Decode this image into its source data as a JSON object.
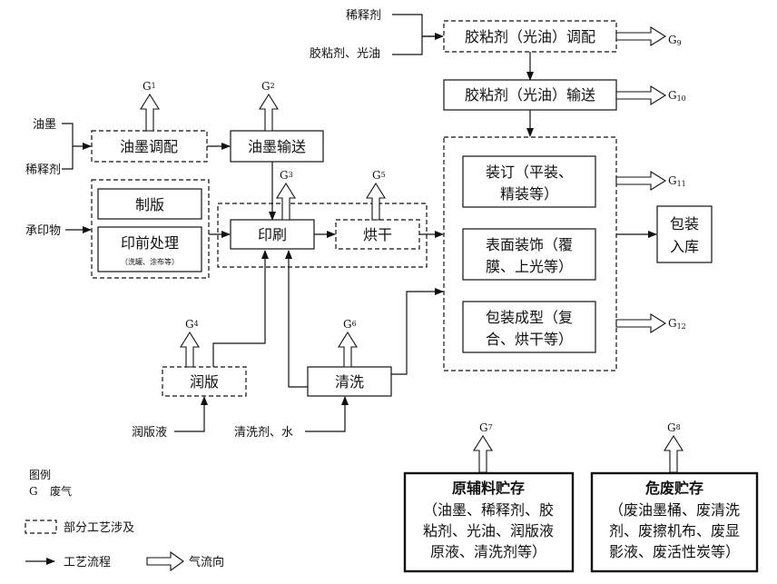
{
  "inputs": {
    "diluent_top": "稀释剂",
    "adhesive_oil_top": "胶粘剂、光油",
    "ink": "油墨",
    "diluent_left": "稀释剂",
    "substrate": "承印物",
    "fountain_solution": "润版液",
    "cleaning_agent": "清洗剂、水"
  },
  "processes": {
    "adhesive_mix": "胶粘剂（光油）调配",
    "adhesive_transport": "胶粘剂（光油）输送",
    "ink_mix": "油墨调配",
    "ink_transport": "油墨输送",
    "platemaking": "制版",
    "prepress": "印前处理",
    "prepress_note": "（洗罐、涂布等）",
    "printing": "印刷",
    "drying": "烘干",
    "dampening": "润版",
    "cleaning": "清洗",
    "binding_l1": "装订（平装、",
    "binding_l2": "精装等）",
    "surface_l1": "表面装饰（覆",
    "surface_l2": "膜、上光等）",
    "forming_l1": "包装成型（复",
    "forming_l2": "合、烘干等）",
    "storage_l1": "包装",
    "storage_l2": "入库"
  },
  "gas_labels": [
    {
      "letter": "G",
      "num": "1"
    },
    {
      "letter": "G",
      "num": "2"
    },
    {
      "letter": "G",
      "num": "3"
    },
    {
      "letter": "G",
      "num": "4"
    },
    {
      "letter": "G",
      "num": "5"
    },
    {
      "letter": "G",
      "num": "6"
    },
    {
      "letter": "G",
      "num": "7"
    },
    {
      "letter": "G",
      "num": "8"
    },
    {
      "letter": "G",
      "num": "9"
    },
    {
      "letter": "G",
      "num": "10"
    },
    {
      "letter": "G",
      "num": "11"
    },
    {
      "letter": "G",
      "num": "12"
    }
  ],
  "raw_storage": {
    "title": "原辅料贮存",
    "l1": "（油墨、稀释剂、胶",
    "l2": "粘剂、光油、润版液",
    "l3": "原液、清洗剂等）"
  },
  "hazwaste_storage": {
    "title": "危废贮存",
    "l1": "（废油墨桶、废清洗",
    "l2": "剂、废擦机布、废显",
    "l3": "影液、废活性炭等）"
  },
  "legend": {
    "title": "图例",
    "g_symbol": "G",
    "g_meaning": "废气",
    "dashed_meaning": "部分工艺涉及",
    "arrow_meaning": "工艺流程",
    "airflow_meaning": "气流向"
  }
}
